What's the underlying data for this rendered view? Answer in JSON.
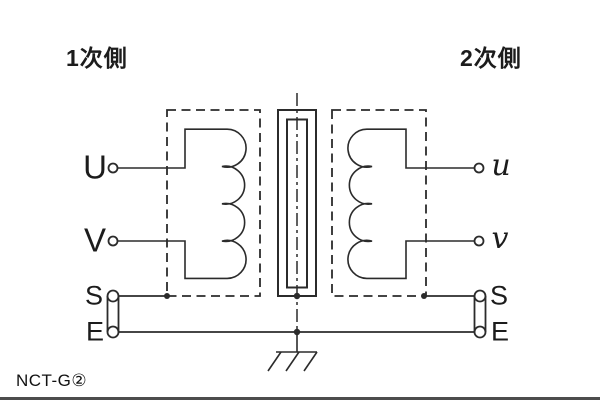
{
  "header": {
    "primary_label": "1次側",
    "secondary_label": "2次側"
  },
  "terminals": {
    "primary": {
      "u": "U",
      "v": "V",
      "s": "S",
      "e": "E"
    },
    "secondary": {
      "u": "u",
      "v": "v",
      "s": "S",
      "e": "E"
    }
  },
  "caption": "NCT-G②",
  "diagram": {
    "type": "transformer-wiring-diagram",
    "core": "double-rectangle core with center chain line",
    "windings": 2,
    "shields": "dashed boxes around primary and secondary windings",
    "ground": "earth symbol connected to E line and core center line"
  },
  "colors": {
    "line": "#2b2b2b",
    "background": "#ffffff",
    "bottom_bar": "#4d4d4d"
  }
}
